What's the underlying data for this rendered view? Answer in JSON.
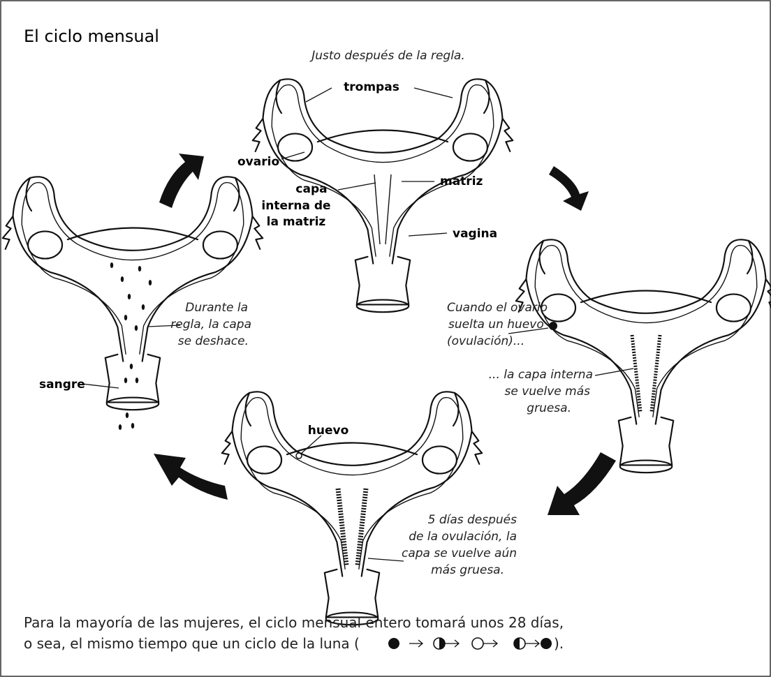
{
  "title": "El ciclo mensual",
  "stages": {
    "after_period": {
      "caption": "Justo después de la regla.",
      "labels": {
        "tubes": "trompas",
        "ovary": "ovario",
        "womb": "matriz",
        "lining_1": "capa",
        "lining_2": "interna de",
        "lining_3": "la matriz",
        "vagina": "vagina"
      }
    },
    "ovulation": {
      "caption_1": "Cuando el ovario",
      "caption_2": "suelta un huevo",
      "caption_3": "(ovulación)...",
      "caption_4": "... la capa interna",
      "caption_5": "se vuelve más",
      "caption_6": "gruesa."
    },
    "after_ovulation": {
      "egg_label": "huevo",
      "caption_1": "5 días después",
      "caption_2": "de la ovulación, la",
      "caption_3": "capa se vuelve aún",
      "caption_4": "más gruesa."
    },
    "period": {
      "blood_label": "sangre",
      "caption_1": "Durante la",
      "caption_2": "regla, la capa",
      "caption_3": "se deshace."
    }
  },
  "footer": {
    "line_1": "Para la mayoría de las mujeres, el ciclo mensual entero tomará unos 28 días,",
    "line_2": "o sea, el mismo tiempo que un ciclo de la luna (",
    "line_end": ")."
  },
  "colors": {
    "ink": "#111111",
    "border": "#333333"
  },
  "icons": [
    "cycle-arrow-icon",
    "full-moon-icon",
    "moon-phase-icon"
  ]
}
